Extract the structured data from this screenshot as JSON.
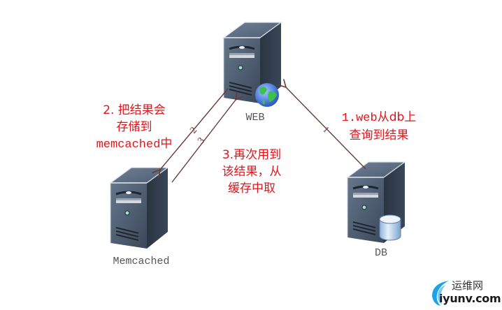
{
  "nodes": {
    "web": {
      "label": "WEB",
      "badge": "globe-icon"
    },
    "memcached": {
      "label": "Memcached",
      "badge": ""
    },
    "db": {
      "label": "DB",
      "badge": "database-cylinder-icon"
    }
  },
  "edges": [
    {
      "id": "1",
      "from": "db",
      "to": "web",
      "step_label": "1"
    },
    {
      "id": "2",
      "from": "web",
      "to": "memcached",
      "step_label": "2"
    },
    {
      "id": "3",
      "from": "memcached",
      "to": "web",
      "step_label": "3"
    }
  ],
  "notes": {
    "step1": {
      "line1_prefix": "1.web",
      "line1_suffix": "从db上",
      "line2": "查询到结果"
    },
    "step2": {
      "line1": "2. 把结果会",
      "line2": "存储到",
      "line3_prefix": "memcached",
      "line3_suffix": "中"
    },
    "step3": {
      "line1": "3.再次用到",
      "line2": "该结果，从",
      "line3": "缓存中取"
    }
  },
  "watermark": {
    "cn": "运维网",
    "en": "iyunv.com"
  },
  "colors": {
    "note_text": "#e0161d",
    "arrow": "#6b3a35",
    "label_text": "#555555",
    "server_front": "#4a5a6e",
    "server_side": "#2c3846",
    "server_top": "#5d6d82"
  }
}
